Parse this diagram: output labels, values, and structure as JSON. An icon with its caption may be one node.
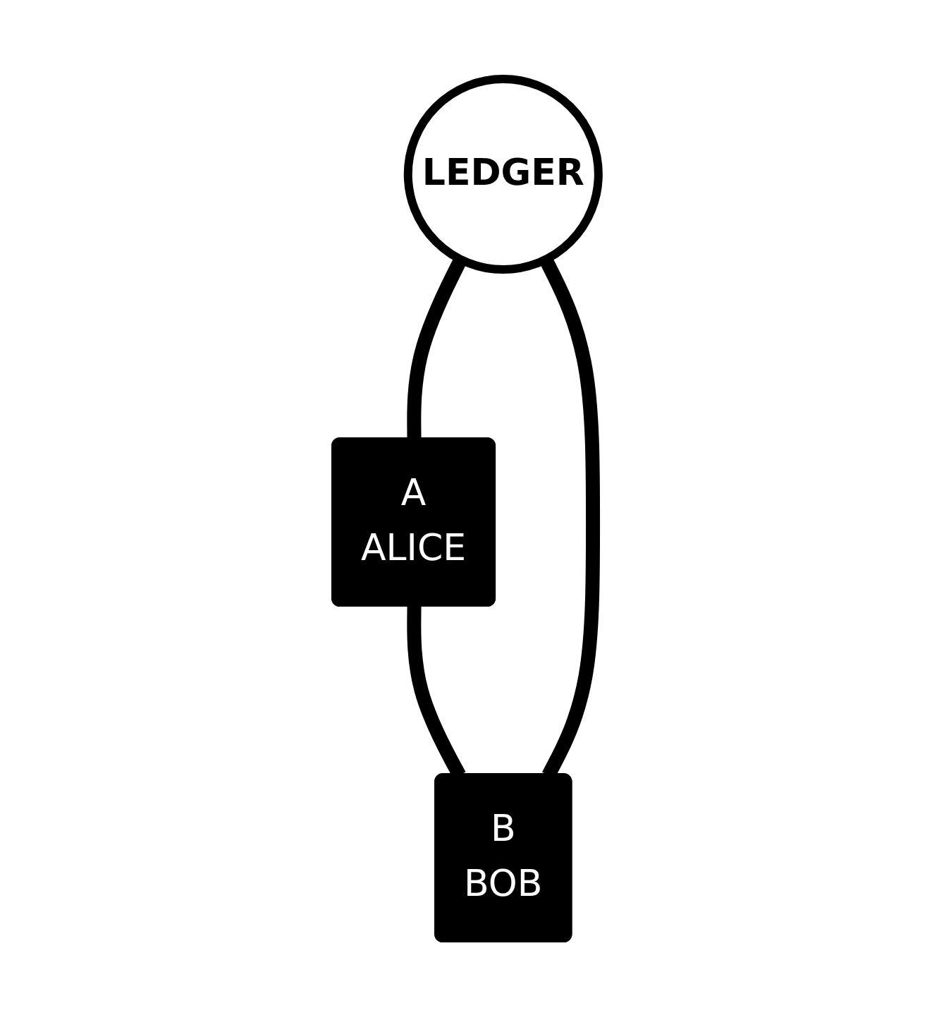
{
  "diagram": {
    "nodes": [
      {
        "text": [
          "LEDGER"
        ]
      },
      {
        "text": [
          "A",
          "ALICE"
        ]
      },
      {
        "text": [
          "B",
          "BOB"
        ]
      }
    ],
    "edges": [
      {
        "from": 0,
        "to": 1,
        "arrow": "none"
      },
      {
        "from": 1,
        "to": 2,
        "arrow": "none"
      },
      {
        "from": 2,
        "to": 0,
        "arrow": "none"
      }
    ]
  }
}
